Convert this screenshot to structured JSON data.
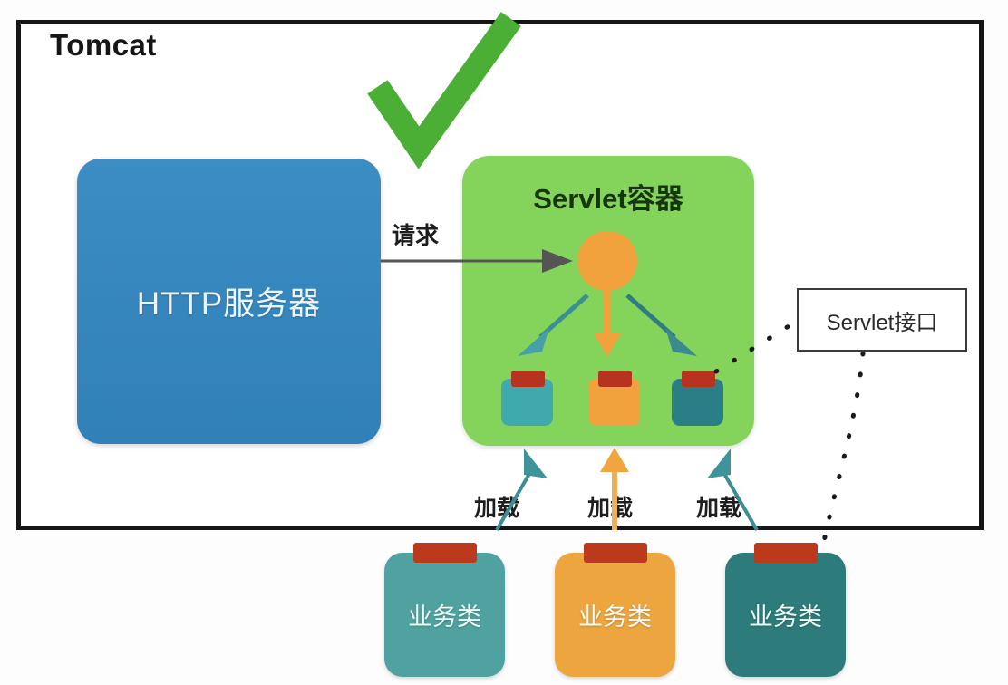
{
  "diagram": {
    "title": "Tomcat",
    "frame_label": "Tomcat",
    "http_server": {
      "label": "HTTP服务器",
      "color": "#3180b8"
    },
    "servlet_container": {
      "label": "Servlet容器",
      "color": "#84d35a"
    },
    "request_arrow": {
      "label": "请求",
      "color": "#555555"
    },
    "servlet_interface": {
      "label": "Servlet接口",
      "color": "#3a3a3a"
    },
    "dispatch_circle": {
      "color": "#f2a23c"
    },
    "servlet_instances": [
      {
        "name": "servlet-instance-1",
        "color": "#3fa9ad",
        "tab_color": "#b7331d"
      },
      {
        "name": "servlet-instance-2",
        "color": "#f2a23c",
        "tab_color": "#b7331d"
      },
      {
        "name": "servlet-instance-3",
        "color": "#2a7f86",
        "tab_color": "#b7331d"
      }
    ],
    "load_labels": [
      "加载",
      "加载",
      "加载"
    ],
    "business_classes": [
      {
        "label": "业务类",
        "color": "#4fa29f",
        "tab_color": "#bc3a1c"
      },
      {
        "label": "业务类",
        "color": "#eda53f",
        "tab_color": "#bc3a1c"
      },
      {
        "label": "业务类",
        "color": "#2d7b7a",
        "tab_color": "#bc3a1c"
      }
    ],
    "checkmark": {
      "name": "green-check-mark",
      "color": "#4caf35"
    },
    "arrow_colors": {
      "teal": "#3c8e95",
      "orange": "#f2a23c",
      "dark_teal": "#2f7c83",
      "gray": "#555555"
    }
  }
}
